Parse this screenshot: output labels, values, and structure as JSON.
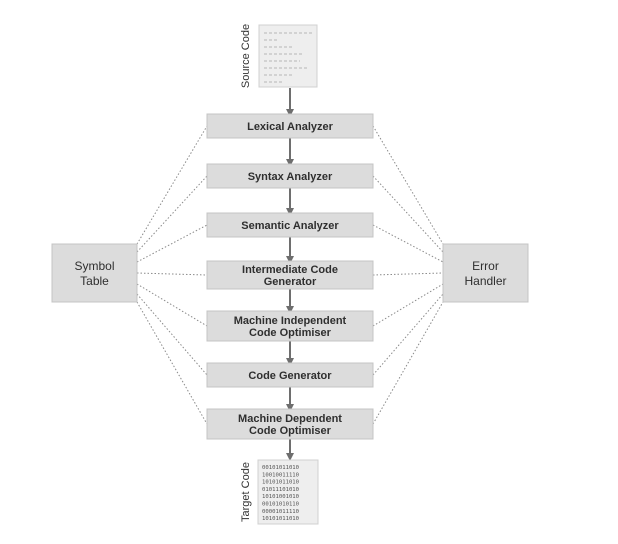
{
  "diagram": {
    "source_label": "Source Code",
    "target_label": "Target Code",
    "phases": [
      {
        "lines": [
          "Lexical Analyzer"
        ]
      },
      {
        "lines": [
          "Syntax Analyzer"
        ]
      },
      {
        "lines": [
          "Semantic Analyzer"
        ]
      },
      {
        "lines": [
          "Intermediate Code",
          "Generator"
        ]
      },
      {
        "lines": [
          "Machine Independent",
          "Code Optimiser"
        ]
      },
      {
        "lines": [
          "Code Generator"
        ]
      },
      {
        "lines": [
          "Machine Dependent",
          "Code Optimiser"
        ]
      }
    ],
    "left_box": {
      "lines": [
        "Symbol",
        "Table"
      ]
    },
    "right_box": {
      "lines": [
        "Error",
        "Handler"
      ]
    },
    "target_code_lines": [
      "00101011010",
      "10010011110",
      "10101011010",
      "01011101010",
      "10101001010",
      "00101010110",
      "00001011110",
      "10101011010"
    ],
    "colors": {
      "box_fill": "#dcdcdc",
      "box_stroke": "#c4c4c4",
      "text": "#2f2f2f",
      "arrow": "#6e6e6e",
      "dotted": "#8a8a8a"
    }
  }
}
